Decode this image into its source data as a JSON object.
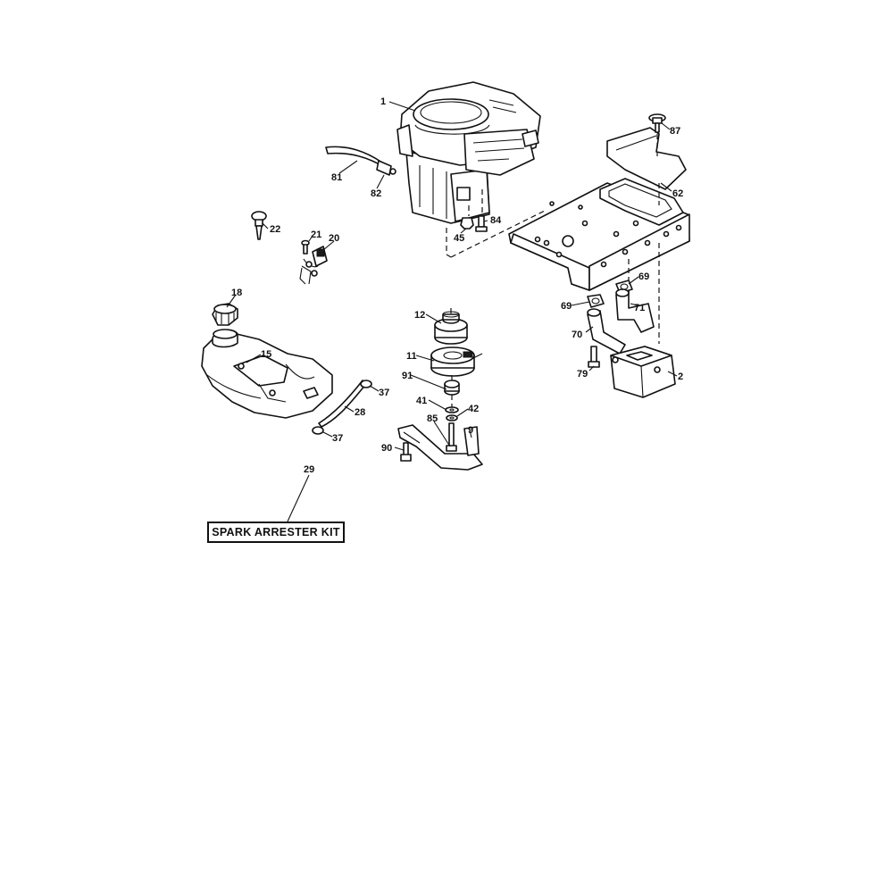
{
  "callouts": {
    "c1": "1",
    "c81": "81",
    "c82": "82",
    "c84": "84",
    "c45": "45",
    "c87": "87",
    "c62": "62",
    "c22": "22",
    "c21": "21",
    "c20": "20",
    "c18": "18",
    "c15": "15",
    "c12": "12",
    "c11": "11",
    "c91": "91",
    "c41": "41",
    "c42": "42",
    "c85": "85",
    "c9": "9",
    "c90": "90",
    "c37a": "37",
    "c37b": "37",
    "c28": "28",
    "c69a": "69",
    "c69b": "69",
    "c70": "70",
    "c71": "71",
    "c79": "79",
    "c2": "2",
    "c29": "29"
  },
  "kit_label": "SPARK ARRESTER KIT"
}
